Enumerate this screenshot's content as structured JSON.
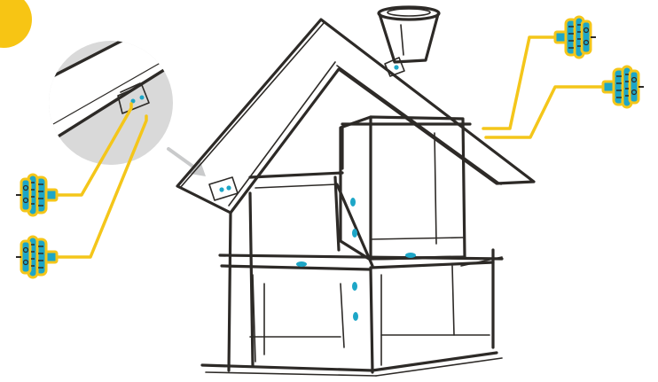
{
  "step": {
    "label": "",
    "color": "#f7c514"
  },
  "colors": {
    "ink": "#2d2a27",
    "cable": "#f4c61a",
    "accent": "#1da6c7",
    "magnifier": "#d9d9d9",
    "arrow": "#c9cacb"
  },
  "icons": {
    "plugs_left": [
      "coax-plug-icon",
      "coax-plug-icon"
    ],
    "plugs_right": [
      "coax-plug-icon",
      "coax-plug-icon"
    ],
    "roof_outlet": "wall-outlet-icon",
    "chimney": "chimney-cup",
    "magnifier": "zoom-circle",
    "arrow": "pointer-arrow-icon"
  },
  "house": {
    "floors": 2,
    "rooms_per_floor": 2,
    "ceiling_outlets": 2,
    "wall_outlets": 4
  }
}
